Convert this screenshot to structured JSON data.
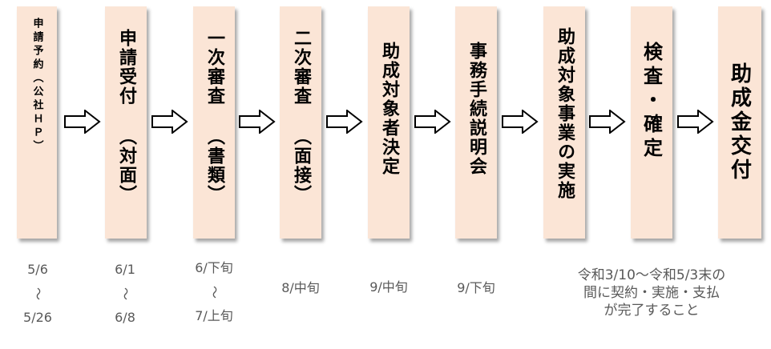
{
  "steps": [
    {
      "label": "申請予約（公社ＨＰ）"
    },
    {
      "label": "申請受付 （対面）"
    },
    {
      "label": "一次審査 （書類）"
    },
    {
      "label": "二次審査 （面接）"
    },
    {
      "label": "助成対象者決定"
    },
    {
      "label": "事務手続説明会"
    },
    {
      "label": "助成対象事業の実施"
    },
    {
      "label": "検査・確定"
    },
    {
      "label": "助成金交付"
    }
  ],
  "dates": [
    {
      "from": "5/6",
      "sep": "～",
      "to": "5/26"
    },
    {
      "from": "6/1",
      "sep": "～",
      "to": "6/8"
    },
    {
      "from": "6/下旬",
      "sep": "～",
      "to": "7/上旬"
    },
    {
      "text": "8/中旬"
    },
    {
      "text": "9/中旬"
    },
    {
      "text": "9/下旬"
    },
    {
      "lines": [
        "令和3/10～令和5/3末の",
        "間に契約・実施・支払",
        "が完了すること"
      ]
    }
  ],
  "colors": {
    "box": "#fbe5d6",
    "date_text": "#595959",
    "arrow_stroke": "#000000"
  }
}
